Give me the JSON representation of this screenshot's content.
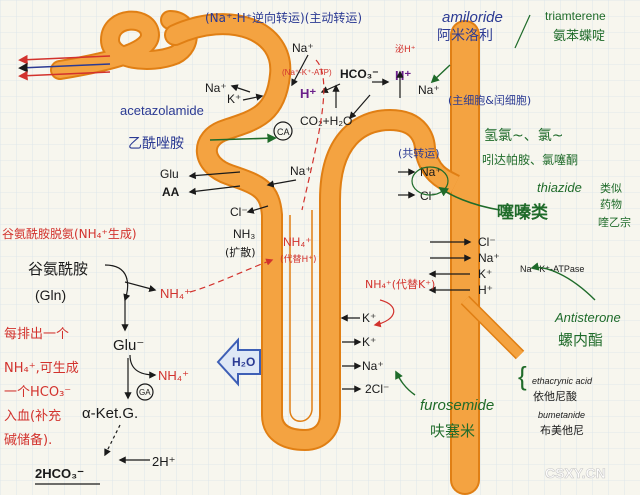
{
  "colors": {
    "tubule": "#f4a341",
    "tubule_edge": "#e07f14",
    "paper": "#f7f6ee",
    "grid": "#d9e4ea",
    "blue_ink": "#2b3a93",
    "green_ink": "#1f6b2a",
    "red_ink": "#d2322d",
    "black_ink": "#1a1a1a",
    "water_arrow": "#3e5fb6"
  },
  "header": {
    "antiport_title": "(Na⁺-H⁺逆向转运)(主动转运)",
    "amiloride": "amiloride",
    "amiloride_cn": "阿米洛利",
    "triamterene": "triamterene",
    "triamterene_cn": "氨苯蝶啶"
  },
  "proximal": {
    "na_top": "Na⁺",
    "na_k_atp": "(Na⁺-K⁺-ATP)",
    "na_left": "Na⁺",
    "k_left": "K⁺",
    "h_plus": "H⁺",
    "hco3": "HCO₃⁻",
    "co2_h2o": "CO₂+H₂O",
    "ca_badge": "CA",
    "acetazolamide": "acetazolamide",
    "acetazolamide_cn": "乙酰唑胺",
    "glu": "Glu",
    "aa": "AA",
    "na_mid": "Na⁺",
    "cl": "Cl⁻",
    "nh3": "NH₃",
    "diffusion": "(扩散)",
    "nh4_exchange": "NH₄⁺",
    "exchange_note": "(代替H⁺)",
    "secretion_red": "泌H⁺"
  },
  "distal": {
    "h_plus": "H⁺",
    "na_plus": "Na⁺",
    "cell_label": "(主细胞&闰细胞)",
    "cotransport": "(共转运)",
    "na_cot": "Na⁺",
    "cl_cot": "Cl⁻",
    "chlor_title": "氢氯~、氯~",
    "chlor_line2": "吲达帕胺、氯噻酮",
    "thiazide": "thiazide",
    "thiazide_cn1": "类似",
    "thiazide_cn2": "药物",
    "thiazide_cn3": "喹乙宗",
    "thiazide_class": "噻嗪类",
    "cl_ion": "Cl⁻",
    "na_ion": "Na⁺",
    "k_ion": "K⁺",
    "h_ion": "H⁺",
    "na_k_atpase": "Na⁺-K⁺-ATPase",
    "antisterone": "Antisterone",
    "antisterone_cn": "螺内酯"
  },
  "loop": {
    "nh4_k": "NH₄⁺(代替K⁺)",
    "k1": "K⁺",
    "k2": "K⁺",
    "na": "Na⁺",
    "cl2": "2Cl⁻",
    "h2o": "H₂O",
    "furosemide": "furosemide",
    "furosemide_cn": "呋塞米",
    "ethacrynic": "ethacrynic acid",
    "ethacrynic_cn": "依他尼酸",
    "bumetanide": "bumetanide",
    "bumetanide_cn": "布美他尼"
  },
  "metabolism": {
    "title": "谷氨酰胺脱氨(NH₄⁺生成)",
    "glutamine": "谷氨酰胺",
    "gln": "(Gln)",
    "nh4_a": "NH₄⁺",
    "glu_minus": "Glu⁻",
    "nh4_b": "NH₄⁺",
    "ga_badge": "GA",
    "akg": "α-Ket.G.",
    "two_h": "2H⁺",
    "two_hco3": "2HCO₃⁻",
    "note1": "每排出一个",
    "note2": "NH₄⁺,可生成",
    "note3": "一个HCO₃⁻",
    "note4": "入血(补充",
    "note5": "碱储备)."
  },
  "watermark": "CSXY.CN"
}
